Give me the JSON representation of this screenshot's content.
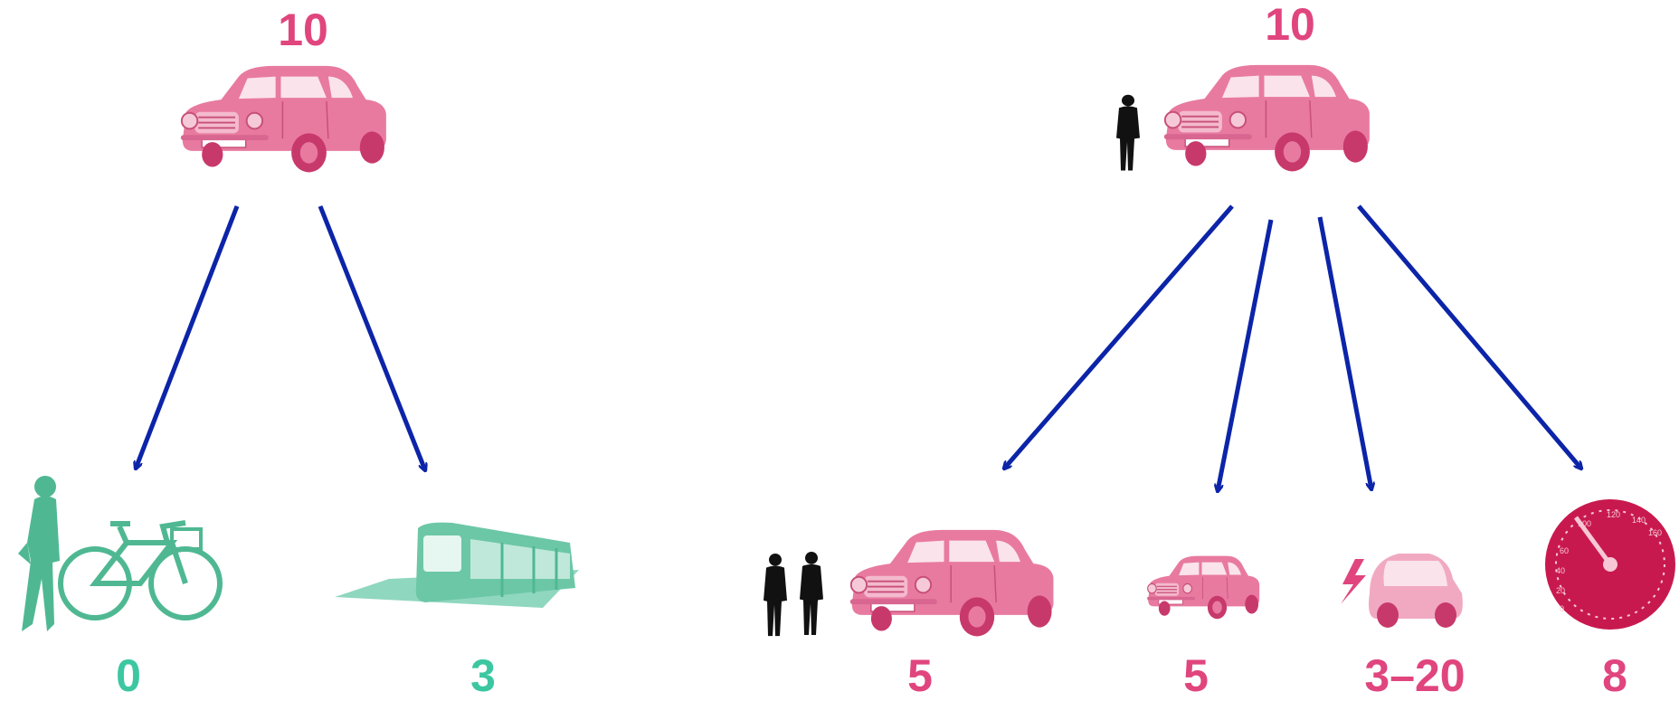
{
  "colors": {
    "car_pink": "#e87aa0",
    "number_pink": "#e0457e",
    "number_green": "#3cc7a1",
    "arrow_blue": "#0c24a8",
    "gauge_red": "#c8194f",
    "silhouette": "#111111",
    "mode_green": "#4fb893"
  },
  "left": {
    "top_value": "10",
    "top_icon": "car-icon",
    "targets": [
      {
        "icon": "walker-with-bicycle-icon",
        "value": "0"
      },
      {
        "icon": "tram-icon",
        "value": "3"
      }
    ]
  },
  "right": {
    "top_value": "10",
    "top_icons": [
      "person-silhouette-icon",
      "car-icon"
    ],
    "targets": [
      {
        "icon": "carpool-car-icon",
        "value": "5"
      },
      {
        "icon": "small-car-icon",
        "value": "5"
      },
      {
        "icon": "electric-car-icon",
        "value": "3–20"
      },
      {
        "icon": "speedometer-icon",
        "value": "8"
      }
    ]
  }
}
